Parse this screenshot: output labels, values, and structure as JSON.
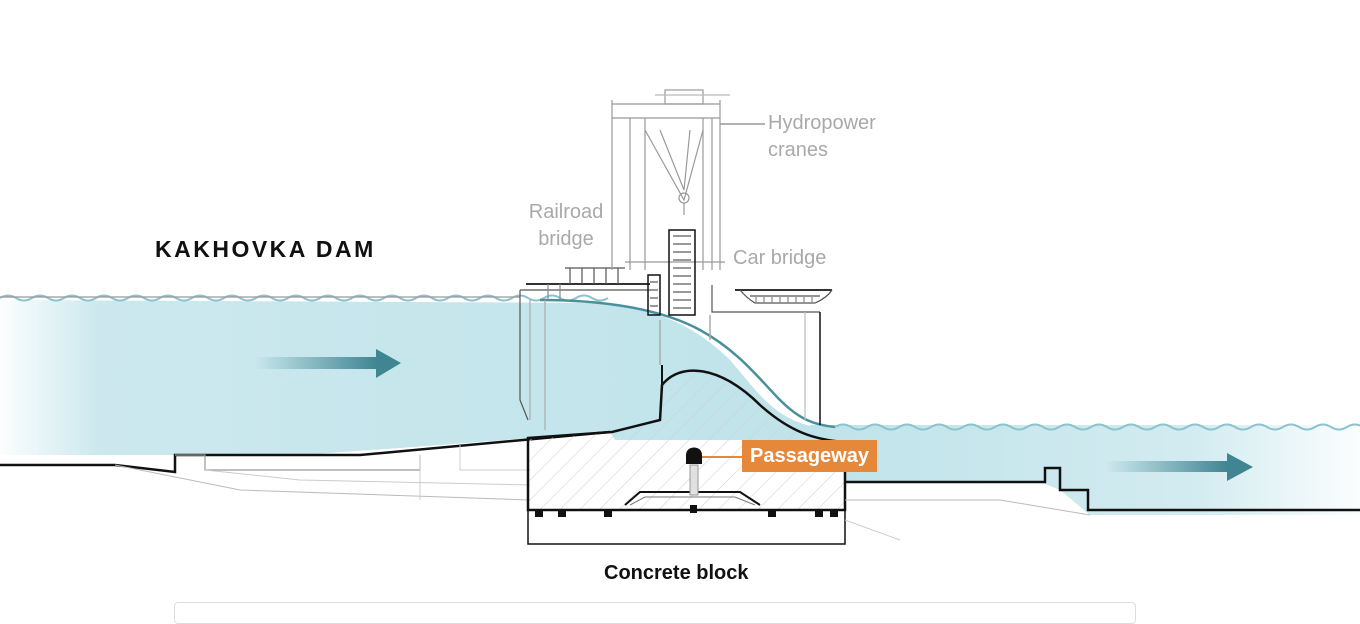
{
  "title": "KAKHOVKA DAM",
  "labels": {
    "railroad_bridge_line1": "Railroad",
    "railroad_bridge_line2": "bridge",
    "hydropower_cranes_line1": "Hydropower",
    "hydropower_cranes_line2": "cranes",
    "car_bridge": "Car bridge",
    "passageway": "Passageway",
    "concrete_block": "Concrete block"
  },
  "colors": {
    "water": "#bfe3ea",
    "water_line": "#4a8f9c",
    "arrow": "#3f8592",
    "passageway_callout": "#e6883a",
    "structure_line": "#111111",
    "faint_line": "#b5b5b5"
  },
  "icons": {
    "flow_in": "right-arrow",
    "flow_out": "right-arrow"
  }
}
